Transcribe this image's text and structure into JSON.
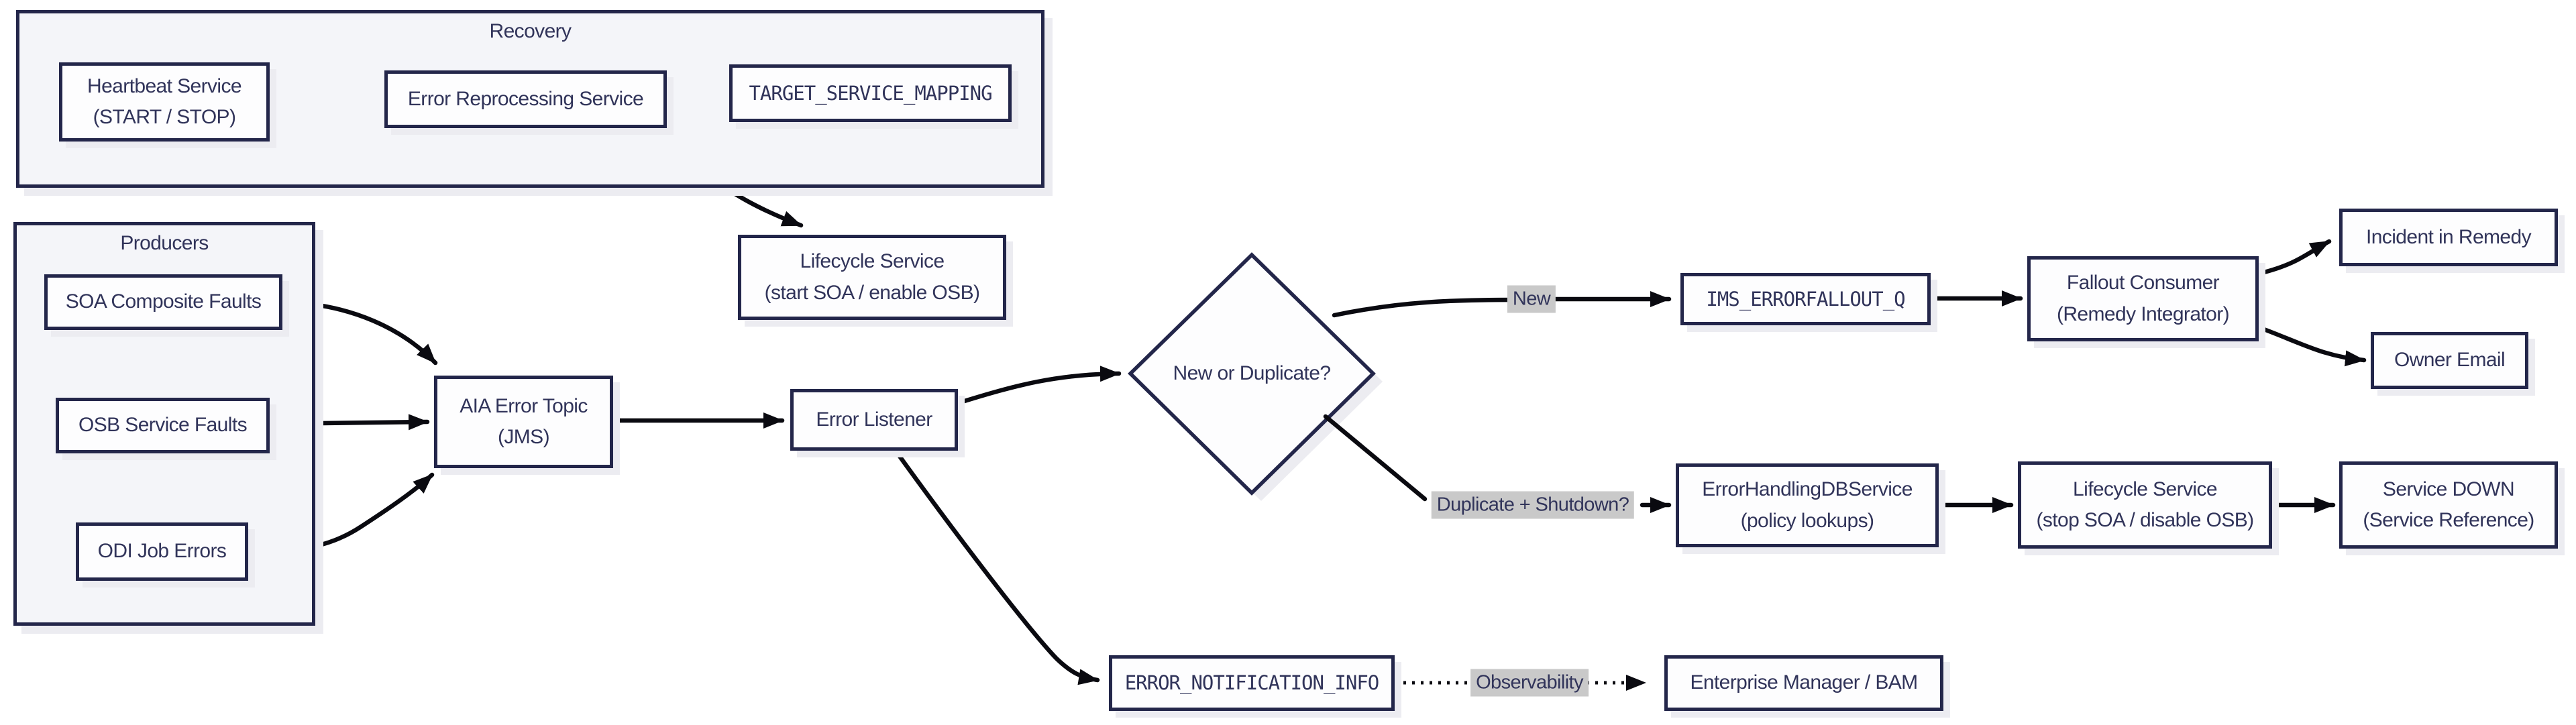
{
  "colors": {
    "ink": "#31345a",
    "line": "#23264a",
    "edge": "#0a0a10",
    "node-fill": "#fdfdfe",
    "group-fill": "#f4f5f9",
    "chip-bg": "#c9c9c9",
    "shadow": "#ececf1"
  },
  "groups": {
    "recovery": {
      "title": "Recovery"
    },
    "producers": {
      "title": "Producers"
    }
  },
  "nodes": {
    "heartbeat": {
      "label": "Heartbeat Service\n(START / STOP)"
    },
    "reprocessing": {
      "label": "Error Reprocessing Service"
    },
    "target_mapping": {
      "label": "TARGET_SERVICE_MAPPING"
    },
    "lifecycle_start": {
      "label": "Lifecycle Service\n(start SOA / enable OSB)"
    },
    "soa_faults": {
      "label": "SOA Composite Faults"
    },
    "osb_faults": {
      "label": "OSB Service Faults"
    },
    "odi_errors": {
      "label": "ODI Job Errors"
    },
    "aia_topic": {
      "label": "AIA Error Topic\n(JMS)"
    },
    "error_listener": {
      "label": "Error Listener"
    },
    "decision": {
      "label": "New or Duplicate?"
    },
    "ims_q": {
      "label": "IMS_ERRORFALLOUT_Q"
    },
    "fallout_consumer": {
      "label": "Fallout Consumer\n(Remedy Integrator)"
    },
    "incident_remedy": {
      "label": "Incident in Remedy"
    },
    "owner_email": {
      "label": "Owner Email"
    },
    "error_db": {
      "label": "ErrorHandlingDBService\n(policy lookups)"
    },
    "lifecycle_stop": {
      "label": "Lifecycle Service\n(stop SOA / disable OSB)"
    },
    "service_down": {
      "label": "Service DOWN\n(Service Reference)"
    },
    "error_notification": {
      "label": "ERROR_NOTIFICATION_INFO"
    },
    "em_bam": {
      "label": "Enterprise Manager / BAM"
    }
  },
  "edge_labels": {
    "new": "New",
    "duplicate": "Duplicate + Shutdown?",
    "observability": "Observability"
  }
}
